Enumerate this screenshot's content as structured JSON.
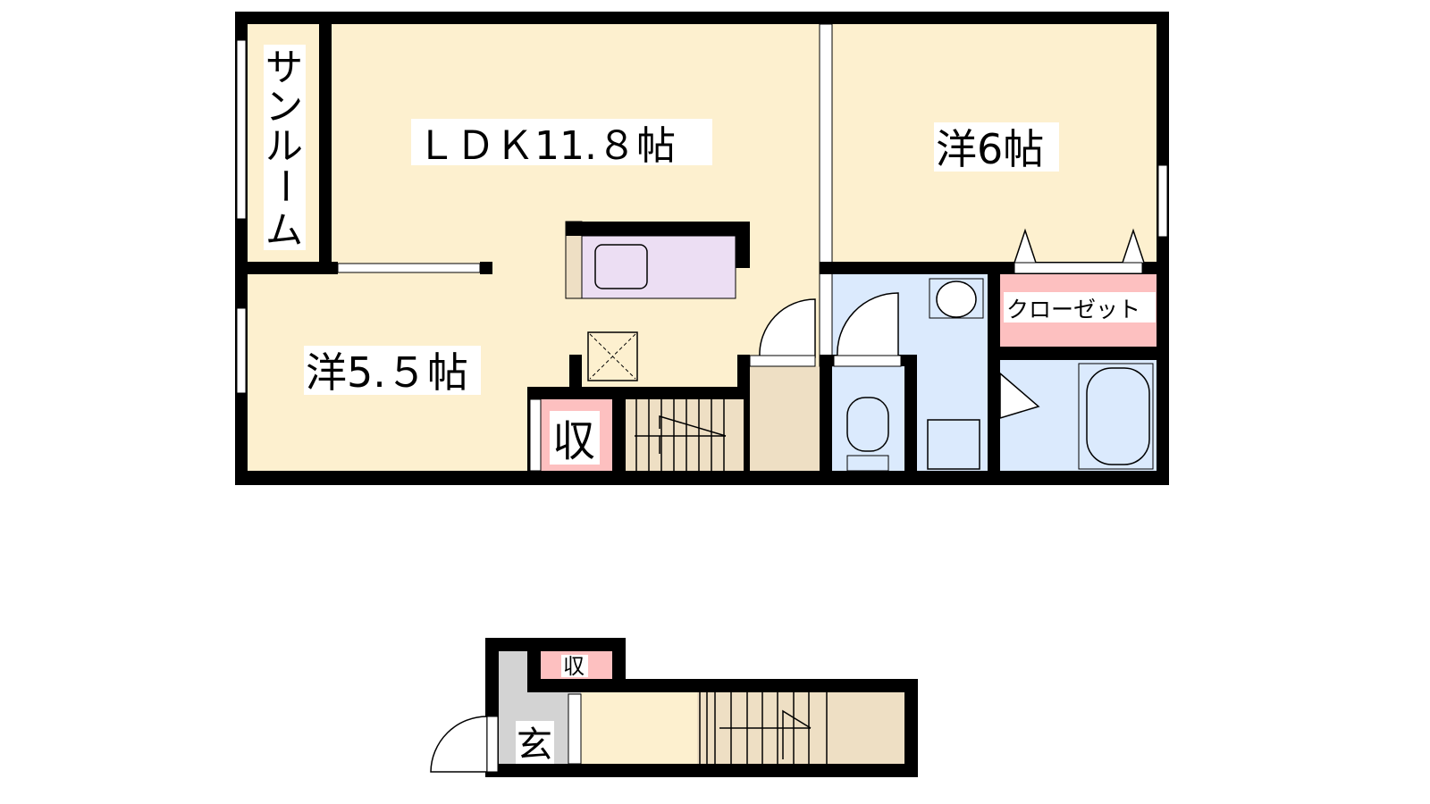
{
  "colors": {
    "wall": "#000000",
    "room": "#fdf0cf",
    "stairs": "#eedfc4",
    "wet": "#dbeafd",
    "storage": "#fdc0c0",
    "genkan": "#d3d3d3",
    "kitchen": "#ecdef3"
  },
  "upper_floor": {
    "ldk": "ＬＤＫ11.８帖",
    "western_6": "洋6帖",
    "western_55": "洋5.５帖",
    "sunroom": [
      "サ",
      "ン",
      "ル",
      "ー",
      "ム"
    ],
    "closet": "クローゼット",
    "storage": "収"
  },
  "lower_floor": {
    "storage": "収",
    "entrance": "玄"
  }
}
